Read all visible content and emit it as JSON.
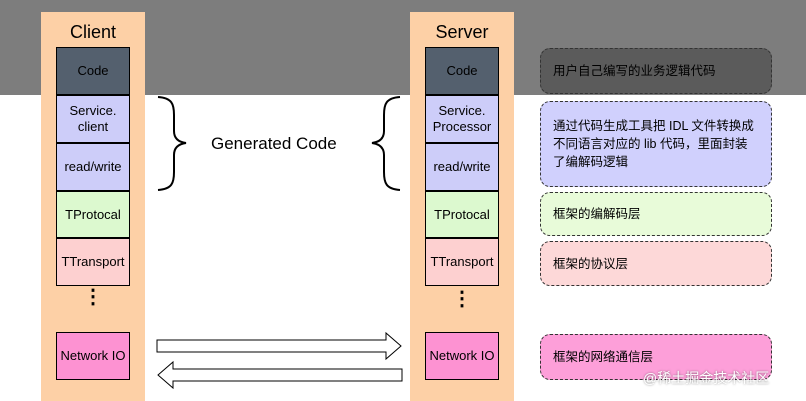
{
  "colors": {
    "top_band": "#7d7d7d",
    "column_bg": "#fdd0a6",
    "code": "#54606e",
    "service": "#cdcdf9",
    "protocol": "#dcf9cf",
    "transport": "#fdd0d0",
    "network": "#fd92d2",
    "note_top": "#5b5b5b",
    "note_service": "#d0d0fd",
    "note_protocol": "#e8fbd9",
    "note_transport": "#fdd8d8",
    "note_network": "#fd9fd9"
  },
  "client": {
    "title": "Client",
    "boxes": [
      "Code",
      "Service.\nclient",
      "read/write",
      "TProtocal",
      "TTransport",
      "Network IO"
    ],
    "dots": "⋮"
  },
  "server": {
    "title": "Server",
    "boxes": [
      "Code",
      "Service.\nProcessor",
      "read/write",
      "TProtocal",
      "TTransport",
      "Network IO"
    ],
    "dots": "⋮"
  },
  "generated_code": "Generated Code",
  "notes": [
    "用户自己编写的业务逻辑代码",
    "通过代码生成工具把 IDL 文件转换成不同语言对应的 lib 代码，里面封装了编解码逻辑",
    "框架的编解码层",
    "框架的协议层",
    "框架的网络通信层"
  ],
  "watermark": "@稀土掘金技术社区"
}
